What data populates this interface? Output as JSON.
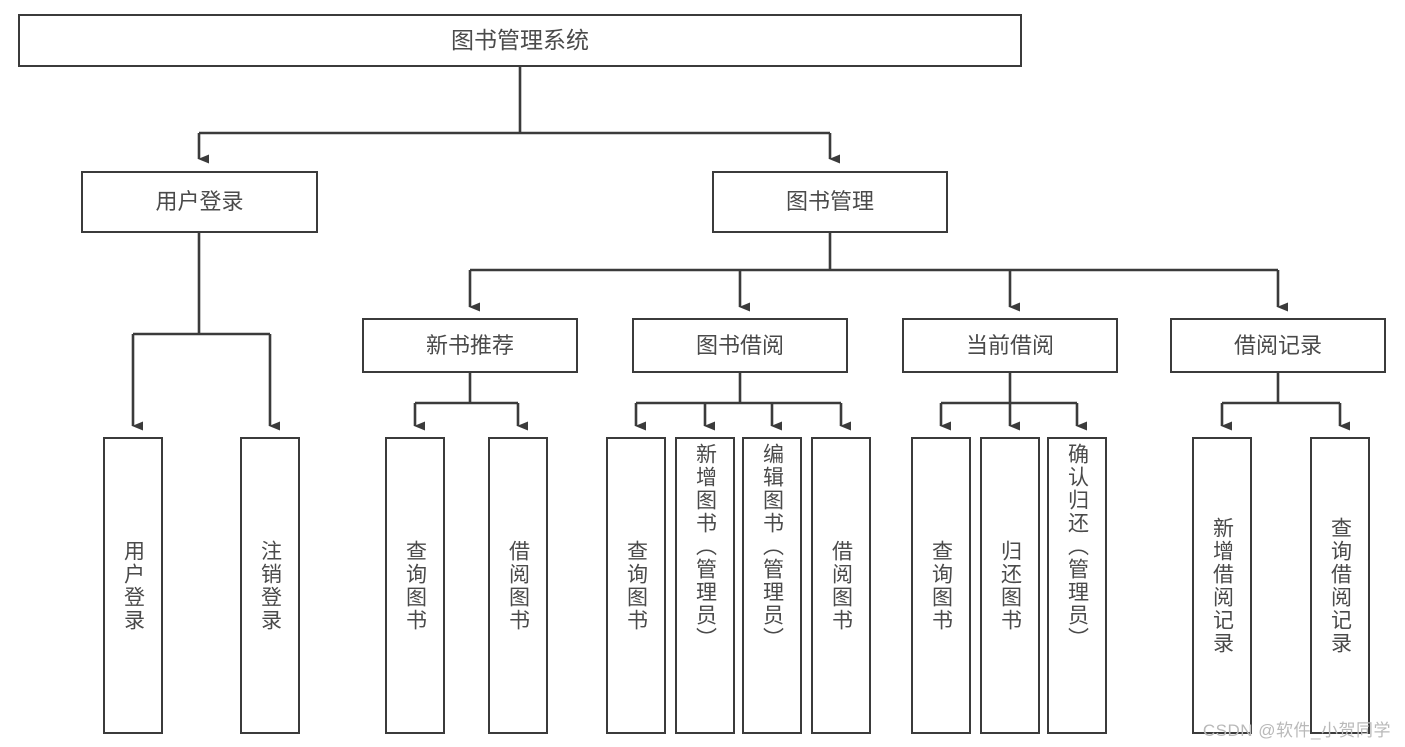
{
  "diagram": {
    "title_node": {
      "label": "图书管理系统"
    },
    "level1": [
      {
        "id": "user-login",
        "label": "用户登录"
      },
      {
        "id": "book-management",
        "label": "图书管理"
      }
    ],
    "level2": [
      {
        "id": "new-book-recommend",
        "label": "新书推荐"
      },
      {
        "id": "book-borrow",
        "label": "图书借阅"
      },
      {
        "id": "current-borrow",
        "label": "当前借阅"
      },
      {
        "id": "borrow-record",
        "label": "借阅记录"
      }
    ],
    "leaves": [
      {
        "id": "leaf-user-login",
        "label": "用户登录",
        "parent": "user-login"
      },
      {
        "id": "leaf-user-logout",
        "label": "注销登录",
        "parent": "user-login"
      },
      {
        "id": "leaf-query-book-1",
        "label": "查询图书",
        "parent": "new-book-recommend"
      },
      {
        "id": "leaf-borrow-book-1",
        "label": "借阅图书",
        "parent": "new-book-recommend"
      },
      {
        "id": "leaf-query-book-2",
        "label": "查询图书",
        "parent": "book-borrow"
      },
      {
        "id": "leaf-add-book",
        "label": "新增图书（管理员）",
        "parent": "book-borrow"
      },
      {
        "id": "leaf-edit-book",
        "label": "编辑图书（管理员）",
        "parent": "book-borrow"
      },
      {
        "id": "leaf-borrow-book-2",
        "label": "借阅图书",
        "parent": "book-borrow"
      },
      {
        "id": "leaf-query-book-3",
        "label": "查询图书",
        "parent": "current-borrow"
      },
      {
        "id": "leaf-return-book",
        "label": "归还图书",
        "parent": "current-borrow"
      },
      {
        "id": "leaf-confirm-return",
        "label": "确认归还（管理员）",
        "parent": "current-borrow"
      },
      {
        "id": "leaf-add-record",
        "label": "新增借阅记录",
        "parent": "borrow-record"
      },
      {
        "id": "leaf-query-record",
        "label": "查询借阅记录",
        "parent": "borrow-record"
      }
    ],
    "colors": {
      "stroke": "#3b3b3b",
      "text": "#4a4a4a",
      "background": "#ffffff",
      "watermark": "#b9b9b9"
    }
  },
  "watermark": {
    "text": "CSDN @软件_小贺同学"
  }
}
